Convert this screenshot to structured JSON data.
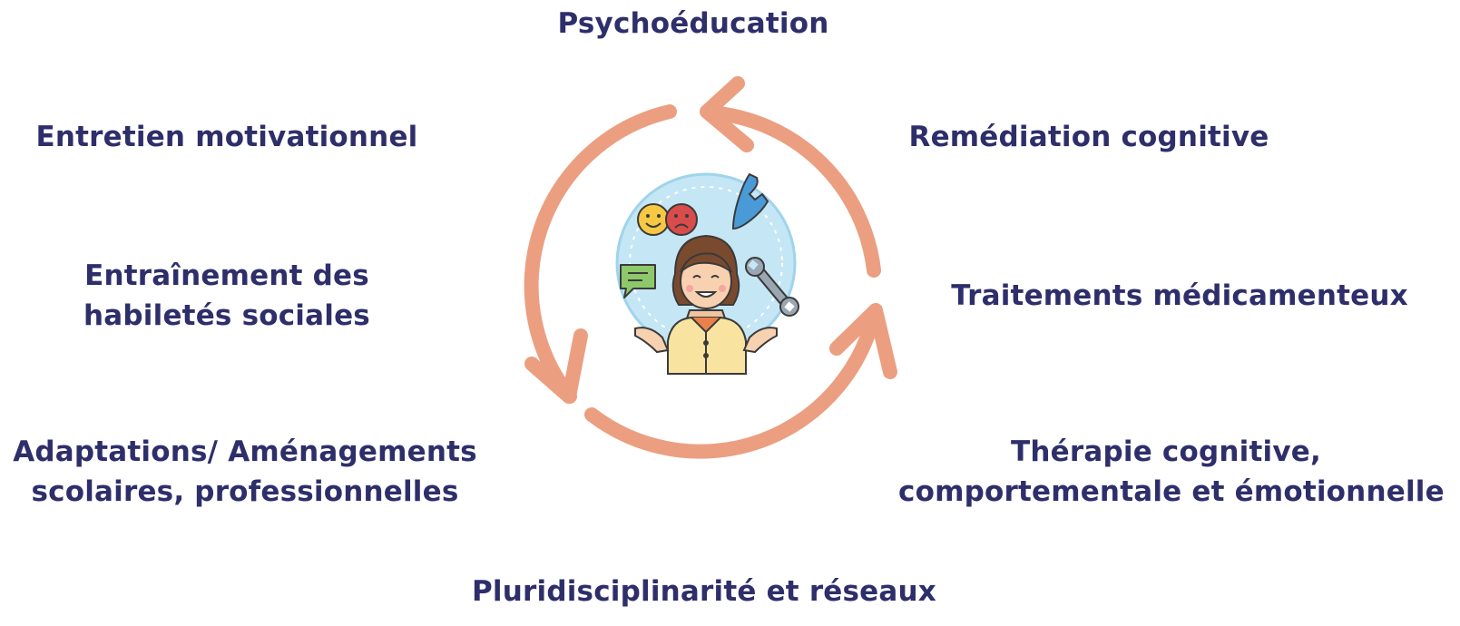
{
  "labels": {
    "top": "Psychoéducation",
    "upper_left": "Entretien motivationnel",
    "upper_right": "Remédiation cognitive",
    "mid_left": [
      "Entraînement des",
      "habiletés sociales"
    ],
    "mid_right": "Traitements médicamenteux",
    "lower_left": [
      "Adaptations/ Aménagements",
      "scolaires, professionnelles"
    ],
    "lower_right": [
      "Thérapie cognitive,",
      "comportementale et émotionnelle"
    ],
    "bottom": "Pluridisciplinarité et réseaux"
  },
  "center_icons": [
    "happy-face-icon",
    "sad-face-icon",
    "phone-icon",
    "chat-bubble-icon",
    "wrench-icon",
    "person-icon"
  ],
  "colors": {
    "text": "#2e2e6b",
    "arrow": "#eb9f80",
    "circle": "#c5e6f4",
    "circle_stroke": "#9fd4ec"
  }
}
